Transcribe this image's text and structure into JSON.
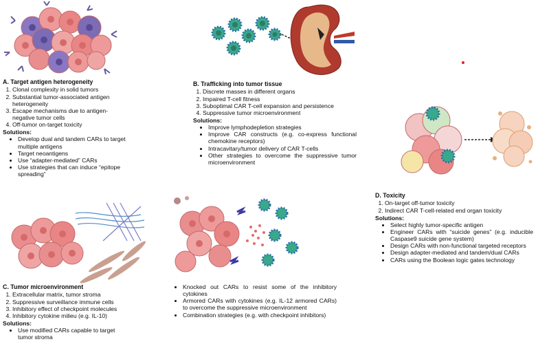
{
  "panelA": {
    "heading": "A. Target antigen heterogeneity",
    "problems": [
      "Clonal complexity in solid tumors",
      "Substantial tumor-associated antigen heterogeneity",
      "Escape mechanisms due to antigen-negative tumor cells",
      "Off-tumor on-target toxicity"
    ],
    "solutions_label": "Solutions:",
    "solutions": [
      "Develop dual and tandem CARs to target multiple antigens",
      "Target neoantigens",
      "Use “adapter-mediated” CARs",
      "Use strategies that can induce “epitope spreading”"
    ]
  },
  "panelB": {
    "heading": "B. Trafficking into tumor tissue",
    "problems": [
      "Discrete masses in different organs",
      "Impaired T-cell fitness",
      "Suboptimal CAR T-cell expansion and persistence",
      "Suppressive tumor microenvironment"
    ],
    "solutions_label": "Solutions:",
    "solutions": [
      "Improve lymphodepletion strategies",
      "Improve CAR constructs (e.g. co-express functional chemokine receptors)",
      "Intracavitary/tumor delivery of CAR T-cells",
      "Other strategies to overcome the suppressive tumor microenvironment"
    ]
  },
  "panelC": {
    "heading": "C. Tumor microenvironment",
    "problems": [
      "Extracellular matrix, tumor stroma",
      "Suppressive surveillance immune cells",
      "Inhibitory effect of checkpoint molecules",
      "Inhibitory cytokine milieu (e.g. IL-10)"
    ],
    "solutions_label": "Solutions:",
    "solutions": [
      "Use modified CARs capable to target tumor stroma"
    ],
    "solutions_continued": [
      "Knocked out CARs to resist some of the inhibitory cytokines",
      "Armored CARs with cytokines (e.g. IL-12 armored CARs) to overcome the suppressive microenvironment",
      "Combination strategies (e.g. with checkpoint inhibitors)"
    ]
  },
  "panelD": {
    "heading": "D. Toxicity",
    "problems": [
      "On-target off-tumor toxicity",
      "Indirect CAR T-cell-related end organ toxicity"
    ],
    "solutions_label": "Solutions:",
    "solutions": [
      "Select highly tumor-specific antigen",
      "Engineer CARs with “suicide genes” (e.g. inducible Caspase9 suicide gene system)",
      "Design CARs with non-functional targeted receptors",
      "Design adapter-mediated and tandem/dual CARs",
      "CARs using the Boolean logic gates technology"
    ]
  },
  "colors": {
    "tumor_pink": "#e98e8e",
    "tumor_purple": "#7c6bb5",
    "tcell_green": "#3aa88a",
    "car_blue": "#2e6fa8",
    "kidney_red": "#b03a2e",
    "cytokine_red": "#e56b6b"
  }
}
